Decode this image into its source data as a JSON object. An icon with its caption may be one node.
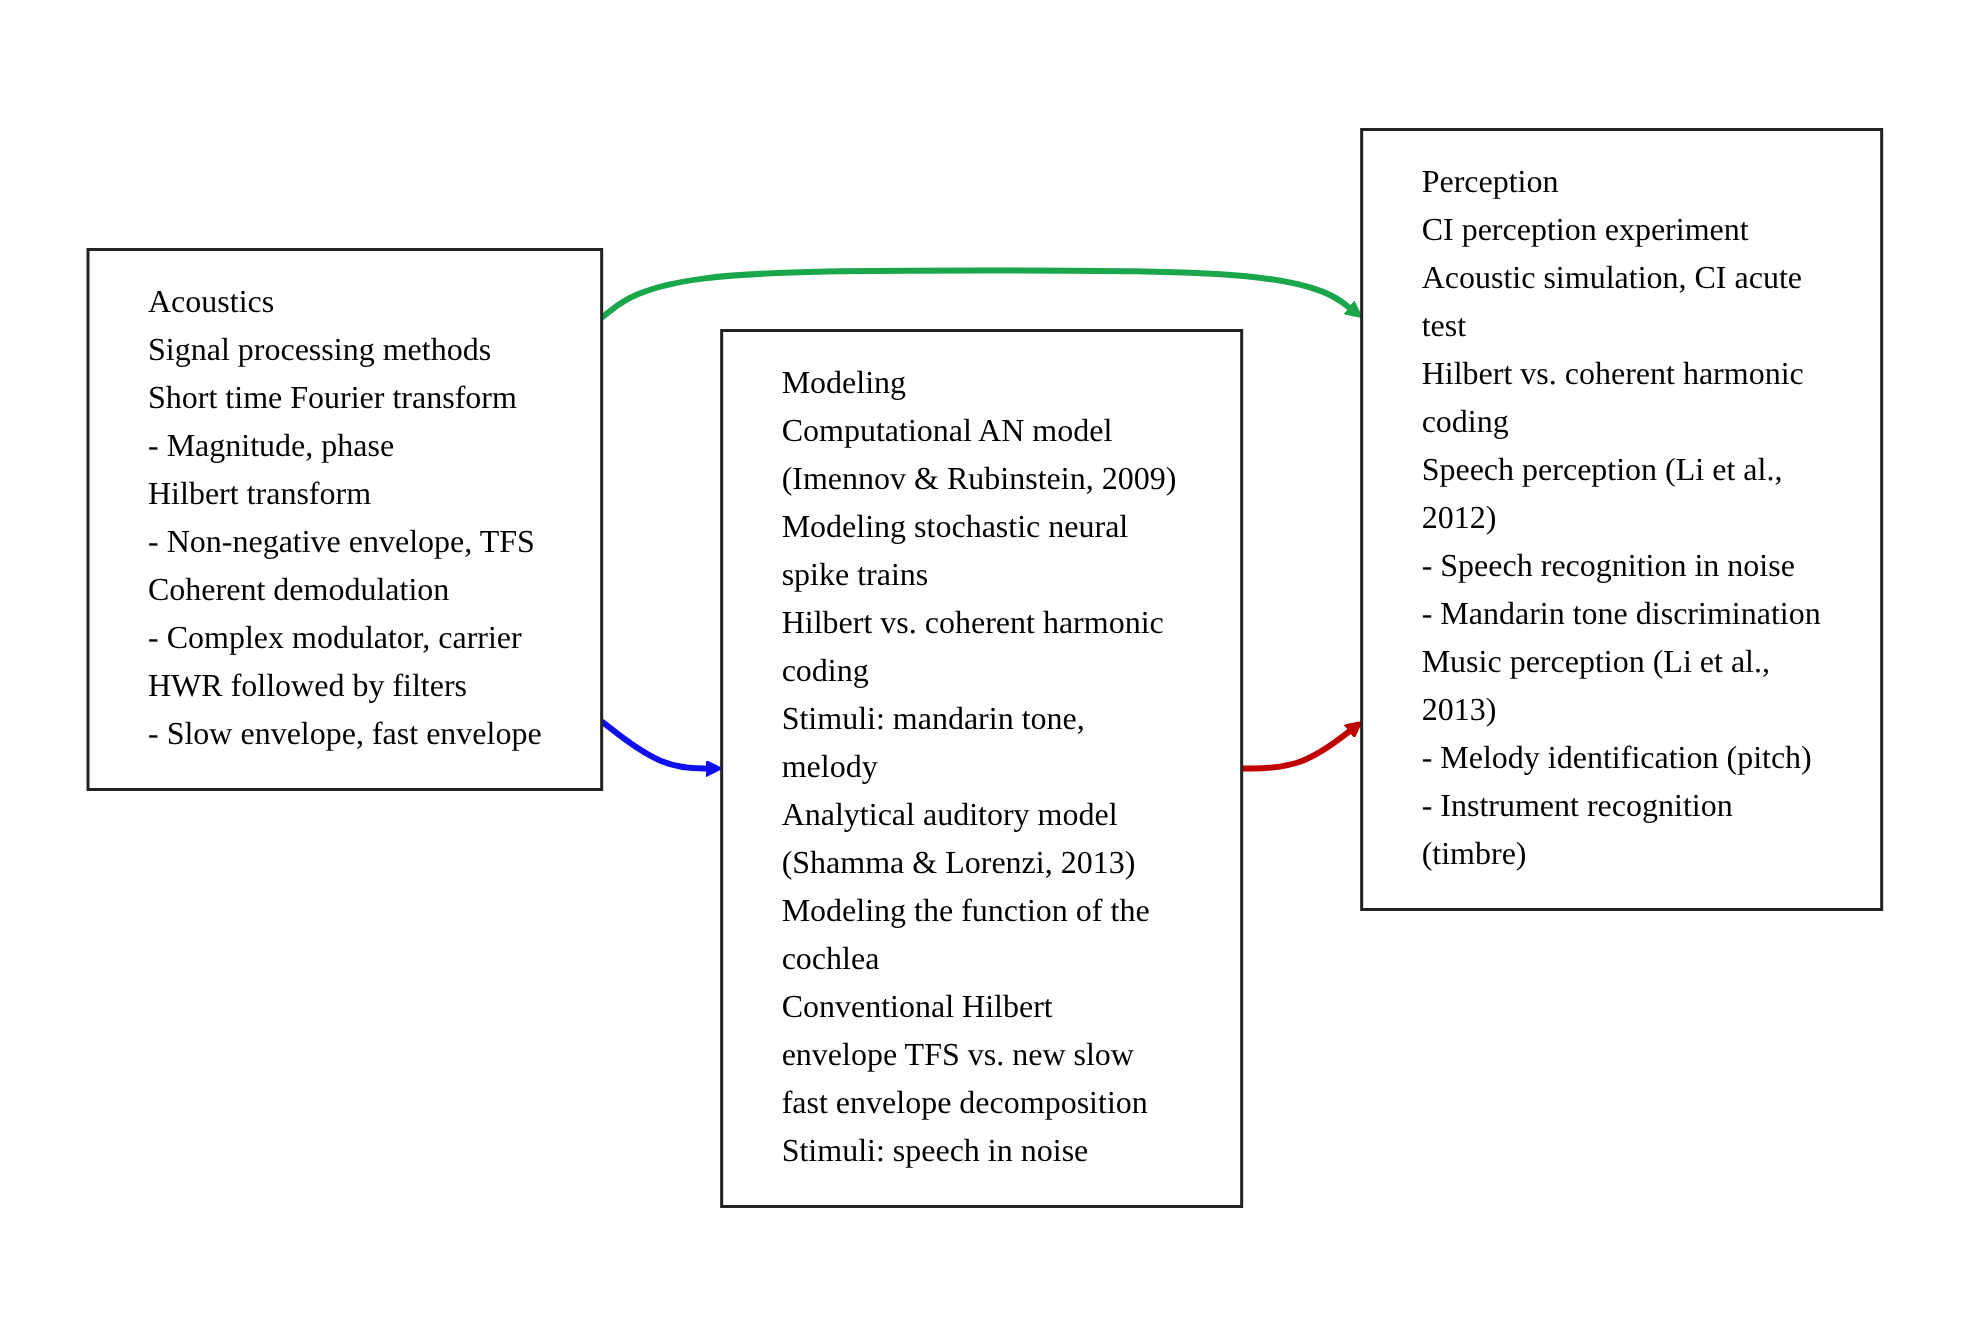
{
  "diagram": {
    "nodes": [
      {
        "text": [
          "Acoustics",
          "Signal processing methods",
          "Short time Fourier transform",
          "- Magnitude, phase",
          "Hilbert transform",
          "- Non-negative envelope, TFS",
          "Coherent demodulation",
          "- Complex modulator, carrier",
          "HWR followed by filters",
          "- Slow envelope, fast envelope"
        ]
      },
      {
        "text": [
          "Perception",
          "CI perception experiment",
          "Acoustic simulation, CI acute test",
          "Hilbert vs. coherent harmonic coding",
          "Speech perception (Li et al., 2012)",
          "- Speech recognition in noise",
          "- Mandarin tone discrimination",
          "Music perception (Li et al., 2013)",
          "- Melody identification (pitch)",
          "- Instrument recognition (timbre)"
        ]
      },
      {
        "text": [
          "Modeling",
          "Computational AN model (Imennov & Rubinstein, 2009)",
          "Modeling stochastic neural spike trains",
          "Hilbert vs. coherent harmonic coding",
          "Stimuli: mandarin tone, melody",
          "Analytical auditory model (Shamma & Lorenzi, 2013)",
          "Modeling the function of the cochlea",
          "Conventional Hilbert envelope TFS vs. new slow fast envelope decomposition",
          "Stimuli: speech in noise"
        ]
      }
    ],
    "edges": [
      {
        "from": 0,
        "to": 1,
        "arrow": "to",
        "color": "#1aa64a"
      },
      {
        "from": 0,
        "to": 2,
        "arrow": "to",
        "color": "#1010ee"
      },
      {
        "from": 2,
        "to": 1,
        "arrow": "to",
        "color": "#c00000"
      }
    ]
  }
}
